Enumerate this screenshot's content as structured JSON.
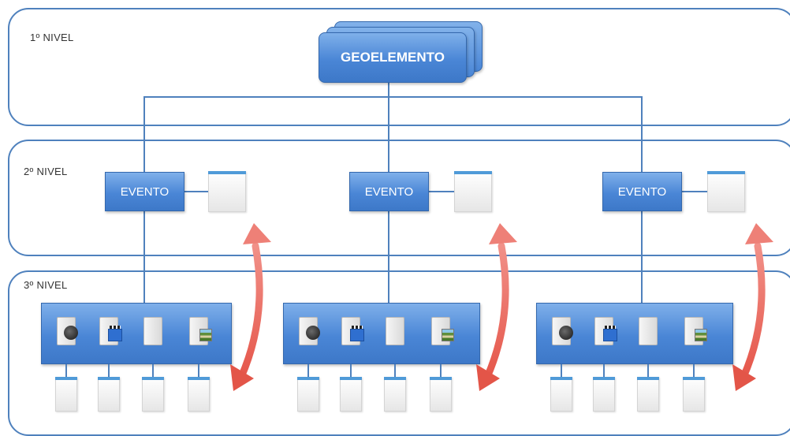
{
  "levels": [
    {
      "label": "1º NIVEL"
    },
    {
      "label": "2º NIVEL"
    },
    {
      "label": "3º NIVEL"
    }
  ],
  "root": {
    "label": "GEOELEMENTO"
  },
  "events": [
    {
      "label": "EVENTO"
    },
    {
      "label": "EVENTO"
    },
    {
      "label": "EVENTO"
    }
  ],
  "media_icons": [
    "audio-file-icon",
    "video-file-icon",
    "blank-file-icon",
    "image-file-icon"
  ],
  "colors": {
    "node_blue": "#4a86d6",
    "connector": "#4f81bd",
    "arrow": "#e8645a"
  }
}
